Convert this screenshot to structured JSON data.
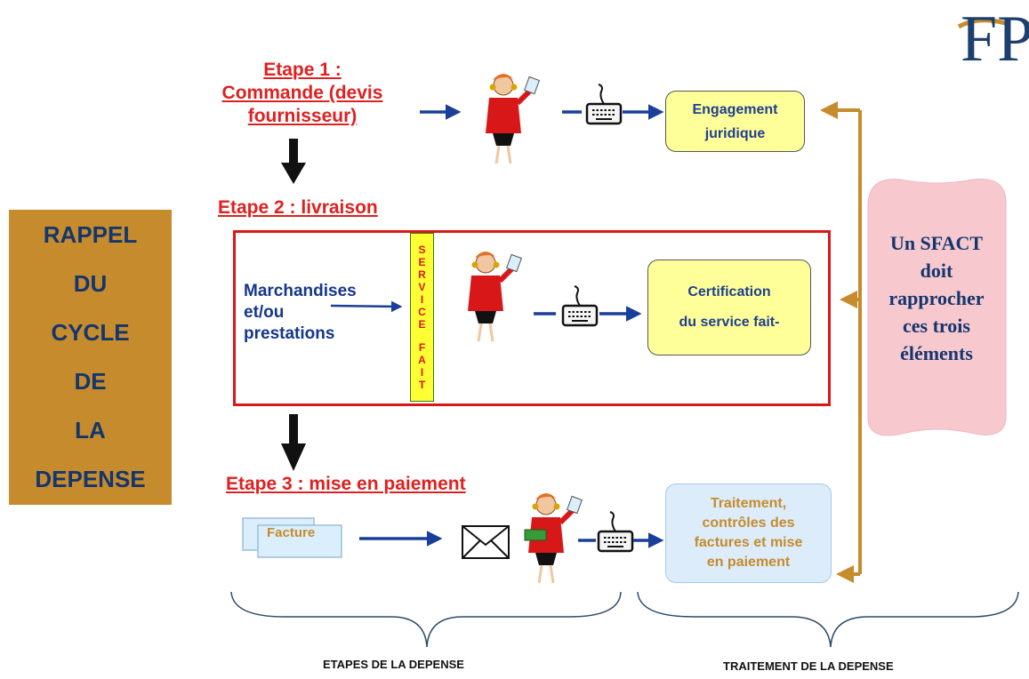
{
  "left_block": {
    "lines": [
      "RAPPEL",
      "DU",
      "CYCLE",
      "DE",
      "LA",
      "DEPENSE"
    ]
  },
  "steps": {
    "step1_lines": [
      "Etape 1 :",
      "Commande (devis",
      "fournisseur)"
    ],
    "step2": "Etape 2 : livraison",
    "step3": "Etape 3 : mise en paiement"
  },
  "boxes": {
    "engagement_lines": [
      "Engagement",
      "juridique"
    ],
    "certification_lines": [
      "Certification",
      "du service fait-"
    ],
    "traitement_lines": [
      "Traitement,",
      "contrôles des",
      "factures et mise",
      "en paiement"
    ]
  },
  "service_fait": {
    "word1": [
      "S",
      "E",
      "R",
      "V",
      "I",
      "C",
      "E"
    ],
    "word2": [
      "F",
      "A",
      "I",
      "T"
    ]
  },
  "merchandise_lines": [
    "Marchandises",
    "et/ou",
    "prestations"
  ],
  "sfact_lines": [
    "Un SFACT",
    "doit",
    "rapprocher",
    "ces trois",
    "éléments"
  ],
  "facture_label": "Facture",
  "footer": {
    "left": "ETAPES DE LA DEPENSE",
    "right": "TRAITEMENT DE LA DEPENSE"
  },
  "logo": {
    "letters": "FP"
  },
  "icons": [
    "woman-clerk-icon",
    "keyboard-icon",
    "envelope-icon",
    "document-icon",
    "money-icon"
  ],
  "colors": {
    "accent_gold": "#c68b2c",
    "navy": "#14366e",
    "red": "#d81818",
    "yellow": "#ffff99",
    "light_blue": "#dcecfa",
    "pink": "#f7c9cf",
    "arrow_blue": "#1a3f9a"
  }
}
